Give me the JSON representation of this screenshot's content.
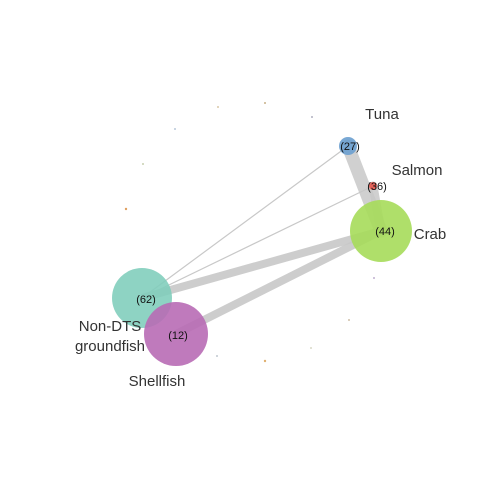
{
  "nodes": [
    {
      "id": "tuna",
      "label": "Tuna",
      "count": "(27)",
      "color": "#6a9fcf"
    },
    {
      "id": "salmon",
      "label": "Salmon",
      "count": "(36)",
      "color": "#e8574d"
    },
    {
      "id": "crab",
      "label": "Crab",
      "count": "(44)",
      "color": "#a6dc5a"
    },
    {
      "id": "non-dts",
      "label_lines": [
        "Non-DTS",
        "groundfish"
      ],
      "count": "(62)",
      "color": "#7ecdbb"
    },
    {
      "id": "shellfish",
      "label": "Shellfish",
      "count": "(12)",
      "color": "#b86bb5"
    }
  ],
  "edges": [
    {
      "from": "tuna",
      "to": "crab",
      "weight": "heavy"
    },
    {
      "from": "salmon",
      "to": "crab",
      "weight": "heavy"
    },
    {
      "from": "crab",
      "to": "non-dts",
      "weight": "heavy"
    },
    {
      "from": "crab",
      "to": "shellfish",
      "weight": "heavy"
    },
    {
      "from": "tuna",
      "to": "non-dts",
      "weight": "light"
    },
    {
      "from": "salmon",
      "to": "non-dts",
      "weight": "light"
    }
  ],
  "colors": {
    "edge": "#c8c8c8",
    "background": "#ffffff",
    "label": "#333333"
  }
}
